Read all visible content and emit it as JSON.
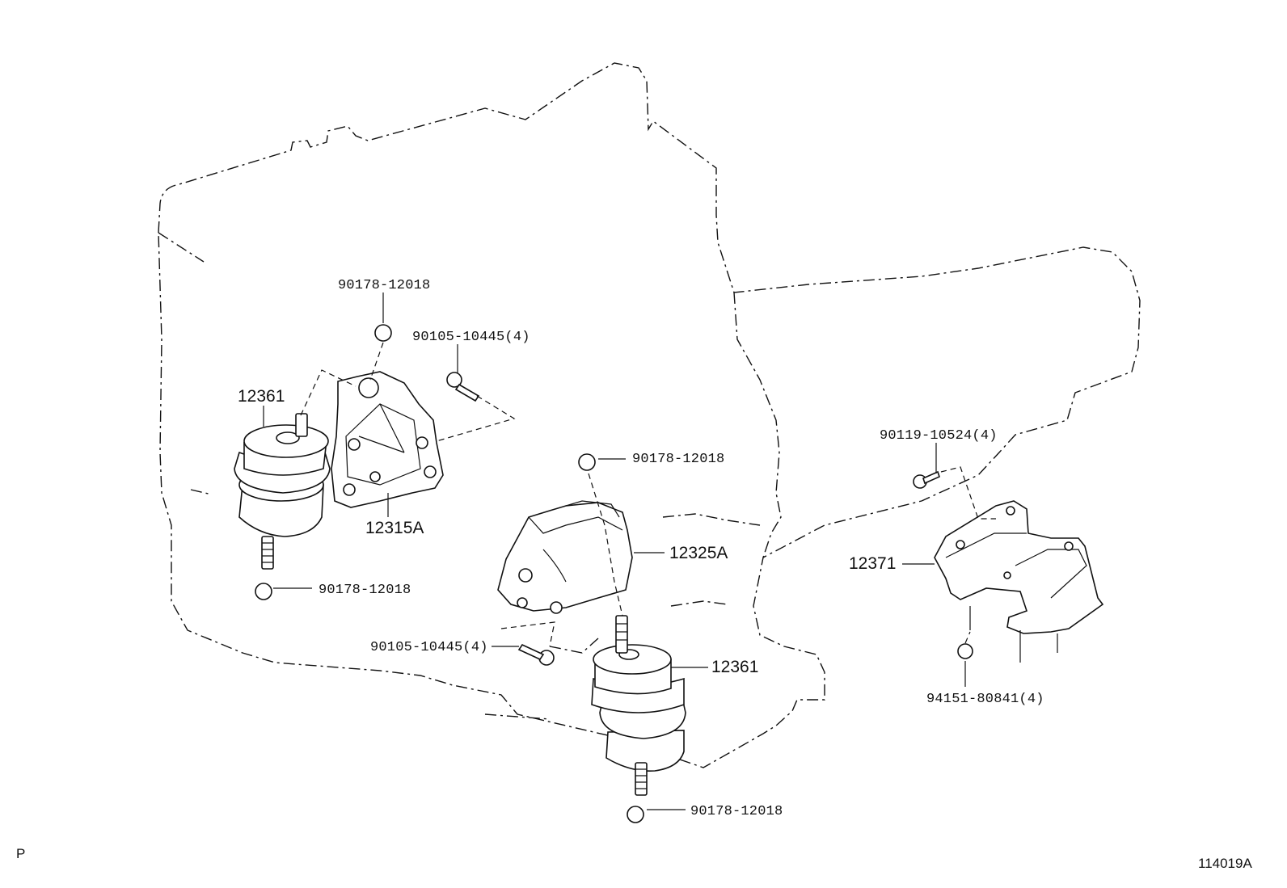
{
  "diagram": {
    "corner_left": "P",
    "corner_right": "114019A",
    "callouts": {
      "nut_top_left": "90178-12018",
      "bolt_top_left": "90105-10445(4)",
      "mount_left": "12361",
      "bracket_left": "12315A",
      "nut_left_bottom": "90178-12018",
      "nut_center_top": "90178-12018",
      "bracket_right": "12325A",
      "bolt_center": "90105-10445(4)",
      "mount_center": "12361",
      "nut_center_bottom": "90178-12018",
      "bolt_trans": "90119-10524(4)",
      "trans_mount": "12371",
      "nut_trans": "94151-80841(4)"
    }
  }
}
